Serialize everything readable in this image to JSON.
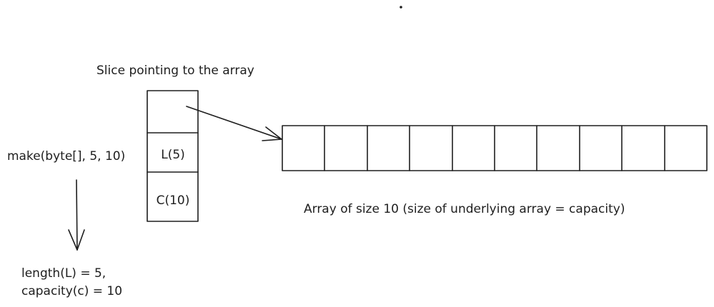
{
  "slice_caption": "Slice pointing to the array",
  "make_call": "make(byte[], 5, 10)",
  "slice": {
    "cells": [
      {
        "label": ""
      },
      {
        "label": "L(5)"
      },
      {
        "label": "C(10)"
      }
    ]
  },
  "array": {
    "size": 10,
    "caption": "Array of size 10 (size of underlying array = capacity)"
  },
  "result": {
    "line1": "length(L) = 5,",
    "line2": "capacity(c) = 10"
  }
}
